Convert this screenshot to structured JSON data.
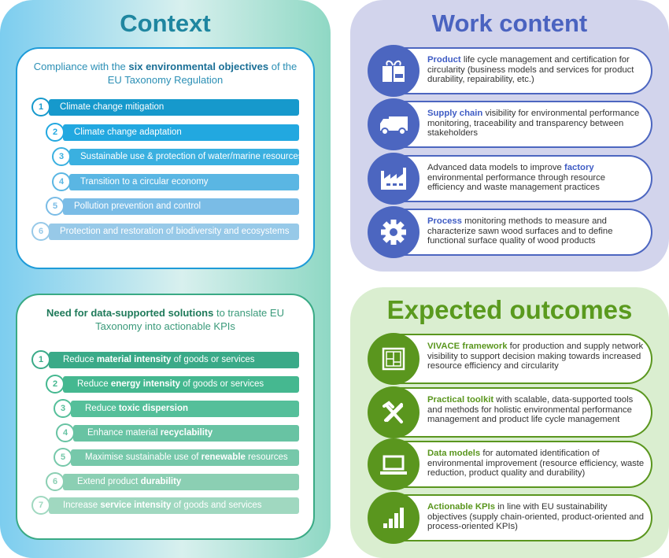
{
  "context": {
    "title": "Context",
    "box1": {
      "pre": "Compliance with the ",
      "bold": "six environmental objectives",
      "post": " of the EU Taxonomy Regulation",
      "items": [
        {
          "n": "1",
          "text": "Climate change mitigation"
        },
        {
          "n": "2",
          "text": "Climate change adaptation"
        },
        {
          "n": "3",
          "text": "Sustainable use & protection of water/marine resources"
        },
        {
          "n": "4",
          "text": "Transition to a circular economy"
        },
        {
          "n": "5",
          "text": "Pollution prevention and control"
        },
        {
          "n": "6",
          "text": "Protection and restoration of biodiversity and ecosystems"
        }
      ]
    },
    "box2": {
      "bold": "Need for data-supported solutions",
      "post": " to translate EU Taxonomy into actionable KPIs",
      "items": [
        {
          "n": "1",
          "pre": "Reduce ",
          "bold": "material intensity",
          "post": " of goods or services"
        },
        {
          "n": "2",
          "pre": "Reduce ",
          "bold": "energy intensity",
          "post": " of goods or services"
        },
        {
          "n": "3",
          "pre": "Reduce ",
          "bold": "toxic dispersion",
          "post": ""
        },
        {
          "n": "4",
          "pre": "Enhance material ",
          "bold": "recyclability",
          "post": ""
        },
        {
          "n": "5",
          "pre": "Maximise sustainable use of ",
          "bold": "renewable",
          "post": " resources"
        },
        {
          "n": "6",
          "pre": "Extend product ",
          "bold": "durability",
          "post": ""
        },
        {
          "n": "7",
          "pre": "Increase ",
          "bold": "service intensity",
          "post": " of goods and services"
        }
      ]
    }
  },
  "work": {
    "title": "Work content",
    "items": [
      {
        "icon": "gift-box-icon",
        "pre": "",
        "bold": "Product",
        "post": " life cycle management and certification for circularity (business models and services for product durability, repairability, etc.)"
      },
      {
        "icon": "truck-icon",
        "pre": "",
        "bold": "Supply chain",
        "post": " visibility for environmental performance monitoring, traceability and transparency between stakeholders"
      },
      {
        "icon": "factory-icon",
        "pre": "Advanced data models to improve ",
        "bold": "factory",
        "post": " environmental performance through resource efficiency and waste management practices"
      },
      {
        "icon": "gear-icon",
        "pre": "",
        "bold": "Process",
        "post": " monitoring methods to measure and characterize sawn wood surfaces and to define functional surface quality of wood products"
      }
    ]
  },
  "outcomes": {
    "title": "Expected outcomes",
    "items": [
      {
        "icon": "frame-icon",
        "pre": "",
        "bold": "VIVACE framework",
        "post": " for production and supply network visibility to support decision making towards increased resource efficiency and circularity"
      },
      {
        "icon": "tools-icon",
        "pre": "",
        "bold": "Practical toolkit",
        "post": " with scalable, data-supported tools and methods for  holistic environmental performance management and product life cycle management"
      },
      {
        "icon": "laptop-icon",
        "pre": "",
        "bold": "Data models",
        "post": " for automated identification of environmental improvement (resource efficiency, waste reduction, product quality and durability)"
      },
      {
        "icon": "bar-chart-icon",
        "pre": "",
        "bold": "Actionable KPIs",
        "post": " in line with EU sustainability objectives (supply chain-oriented, product-oriented and process-oriented KPIs)"
      }
    ]
  }
}
